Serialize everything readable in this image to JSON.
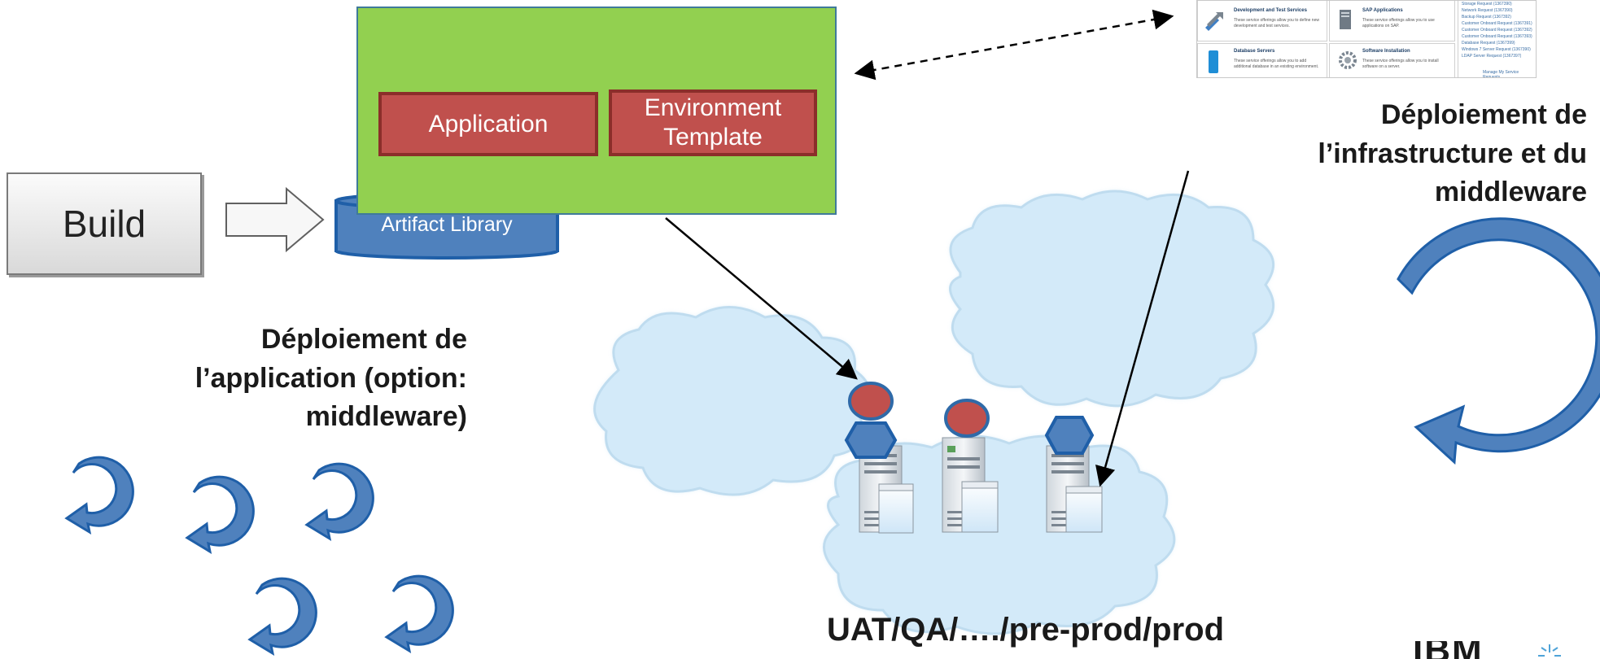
{
  "build": {
    "label": "Build"
  },
  "artifact_library": {
    "label": "Artifact Library"
  },
  "application": {
    "label": "Application"
  },
  "environment_template": {
    "line1": "Environment",
    "line2": "Template"
  },
  "infrastructure": {
    "line1": "Déploiement de",
    "line2": "l’infrastructure et du",
    "line3": "middleware"
  },
  "application_deploy": {
    "line1": "Déploiement de",
    "line2": "l’application (option:",
    "line3": "middleware)"
  },
  "environments": {
    "label": "UAT/QA/…./pre-prod/prod"
  },
  "catalog": {
    "tiles": [
      {
        "title": "Development and Test Services",
        "desc": "These service offerings allow you to define new development and test services.",
        "icon": "wrench-icon"
      },
      {
        "title": "SAP Applications",
        "desc": "These service offerings allow you to use applications on SAP.",
        "icon": "server-icon"
      },
      {
        "title": "Database Servers",
        "desc": "These service offerings allow you to add additional database in an existing environment.",
        "icon": "database-icon"
      },
      {
        "title": "Software Installation",
        "desc": "These service offerings allow you to install software on a server.",
        "icon": "gear-icon"
      }
    ],
    "requests": [
      "Storage Request (1367390)",
      "Network Request (1367390)",
      "Backup Request (1367392)",
      "Customer Onboard Request (1367391)",
      "Customer Onboard Request (1367392)",
      "Customer Onboard Request (1367393)",
      "Database Request (1367399)",
      "Windows 7 Server Request (1367390)",
      "LDAP Server Request (1367397)"
    ],
    "manage_link": "Manage My Service Requests..."
  },
  "logo": {
    "text": "IBM"
  },
  "colors": {
    "green": "#92d050",
    "red": "#c0504d",
    "blue": "#4f81bd",
    "cloud": "#cfe6f7"
  }
}
